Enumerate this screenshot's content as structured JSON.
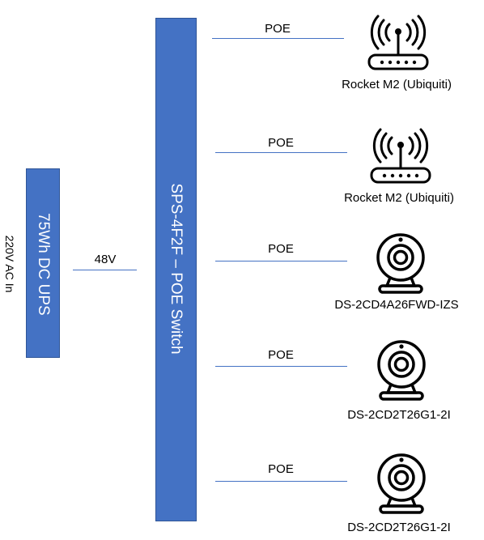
{
  "input": {
    "label": "220V AC In"
  },
  "ups": {
    "label": "75Wh DC UPS"
  },
  "ups_link": {
    "label": "48V"
  },
  "switch": {
    "label": "SPS-4F2F – POE Switch"
  },
  "poe_links": [
    {
      "label": "POE"
    },
    {
      "label": "POE"
    },
    {
      "label": "POE"
    },
    {
      "label": "POE"
    },
    {
      "label": "POE"
    }
  ],
  "devices": [
    {
      "label": "Rocket M2 (Ubiquiti)",
      "icon": "router-icon"
    },
    {
      "label": "Rocket M2 (Ubiquiti)",
      "icon": "router-icon"
    },
    {
      "label": "DS-2CD4A26FWD-IZS",
      "icon": "webcam-icon"
    },
    {
      "label": "DS-2CD2T26G1-2I",
      "icon": "webcam-icon"
    },
    {
      "label": "DS-2CD2T26G1-2I",
      "icon": "webcam-icon"
    }
  ],
  "colors": {
    "box_fill": "#4472c4",
    "connector": "#4472c4",
    "box_text": "#ffffff",
    "text": "#000000"
  }
}
